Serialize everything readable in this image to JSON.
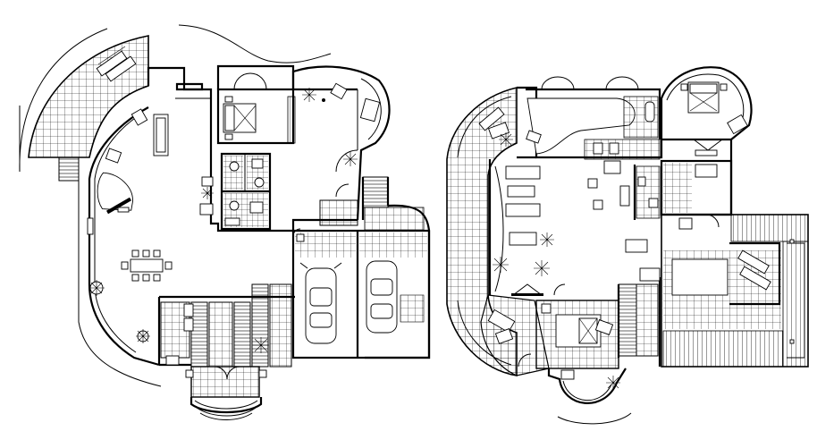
{
  "drawing": {
    "plans": [
      {
        "id": "ground-floor",
        "level": "ground"
      },
      {
        "id": "upper-floor",
        "level": "upper"
      }
    ],
    "line_color": "#000000",
    "background": "#ffffff",
    "symbols": [
      "grand-piano",
      "sofa",
      "armchair",
      "dining-set",
      "double-bed",
      "car",
      "potted-plant",
      "toilet",
      "bathtub",
      "washbasin",
      "staircase",
      "door-swing",
      "window",
      "tile-grid",
      "railing"
    ]
  }
}
